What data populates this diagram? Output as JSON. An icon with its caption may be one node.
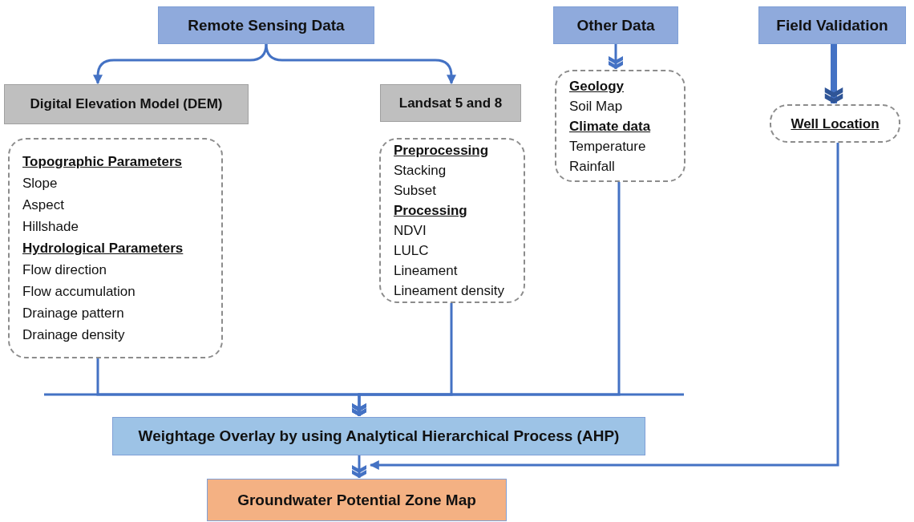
{
  "diagram": {
    "nodes": [
      {
        "text": [
          "Remote Sensing Data"
        ]
      },
      {
        "text": [
          "Other Data"
        ]
      },
      {
        "text": [
          "Field Validation"
        ]
      },
      {
        "text": [
          "Digital Elevation Model (DEM)"
        ]
      },
      {
        "text": [
          "Landsat 5 and 8"
        ]
      },
      {
        "text": [
          "Topographic Parameters",
          "Slope",
          "Aspect",
          "Hillshade",
          "Hydrological Parameters",
          "Flow direction",
          "Flow accumulation",
          "Drainage pattern",
          "Drainage density"
        ]
      },
      {
        "text": [
          "Preprocessing",
          "Stacking",
          "Subset",
          "Processing",
          "NDVI",
          "LULC",
          "Lineament",
          "Lineament density"
        ]
      },
      {
        "text": [
          "Geology",
          "Soil Map",
          "Climate data",
          "Temperature",
          "Rainfall"
        ]
      },
      {
        "text": [
          "Well Location"
        ]
      },
      {
        "text": [
          "Weightage Overlay by using Analytical Hierarchical Process (AHP)"
        ]
      },
      {
        "text": [
          "Groundwater Potential Zone Map"
        ]
      }
    ],
    "edges": [
      {
        "from": 0,
        "to": 3,
        "arrow": "to"
      },
      {
        "from": 0,
        "to": 4,
        "arrow": "to"
      },
      {
        "from": 1,
        "to": 7,
        "arrow": "to"
      },
      {
        "from": 2,
        "to": 8,
        "arrow": "to",
        "style": "thick"
      },
      {
        "from": 5,
        "to": 9,
        "arrow": "to"
      },
      {
        "from": 6,
        "to": 9,
        "arrow": "to"
      },
      {
        "from": 7,
        "to": 9,
        "arrow": "to"
      },
      {
        "from": 9,
        "to": 10,
        "arrow": "to"
      },
      {
        "from": 8,
        "to": 10,
        "arrow": "to"
      }
    ]
  }
}
